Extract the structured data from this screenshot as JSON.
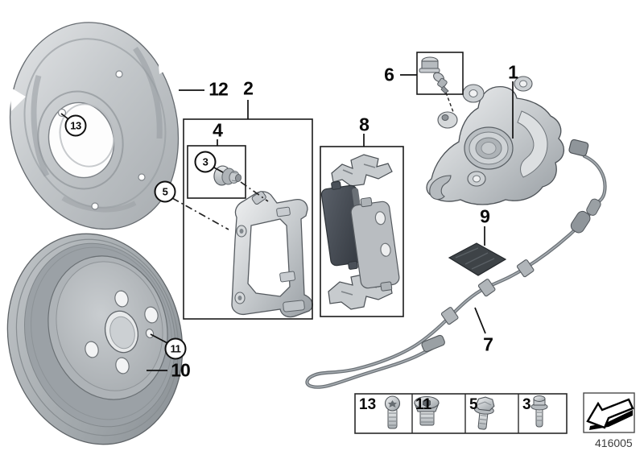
{
  "figure": {
    "part_number": "416005",
    "callouts": {
      "c1": {
        "label": "1",
        "circled": false
      },
      "c2": {
        "label": "2",
        "circled": false
      },
      "c3": {
        "label": "3",
        "circled": true
      },
      "c4": {
        "label": "4",
        "circled": false
      },
      "c5": {
        "label": "5",
        "circled": true
      },
      "c6": {
        "label": "6",
        "circled": false
      },
      "c7": {
        "label": "7",
        "circled": false
      },
      "c8": {
        "label": "8",
        "circled": false
      },
      "c9": {
        "label": "9",
        "circled": false
      },
      "c10": {
        "label": "10",
        "circled": false
      },
      "c11": {
        "label": "11",
        "circled": true
      },
      "c12": {
        "label": "12",
        "circled": false
      },
      "c13": {
        "label": "13",
        "circled": true
      }
    },
    "legend": {
      "items": [
        {
          "label": "13",
          "icon": "torx-round-head-screw-icon"
        },
        {
          "label": "11",
          "icon": "hex-socket-plug-screw-icon"
        },
        {
          "label": "5",
          "icon": "hex-flange-bolt-icon"
        },
        {
          "label": "3",
          "icon": "hex-collar-screw-icon"
        }
      ]
    },
    "nav_arrow": {
      "icon": "direction-arrow-icon"
    },
    "colors": {
      "line": "#1a1a1a",
      "metal_light": "#eceeef",
      "metal_mid": "#b6bbbf",
      "metal_dark": "#7d8388",
      "pad_dark": "#3f454d"
    }
  }
}
